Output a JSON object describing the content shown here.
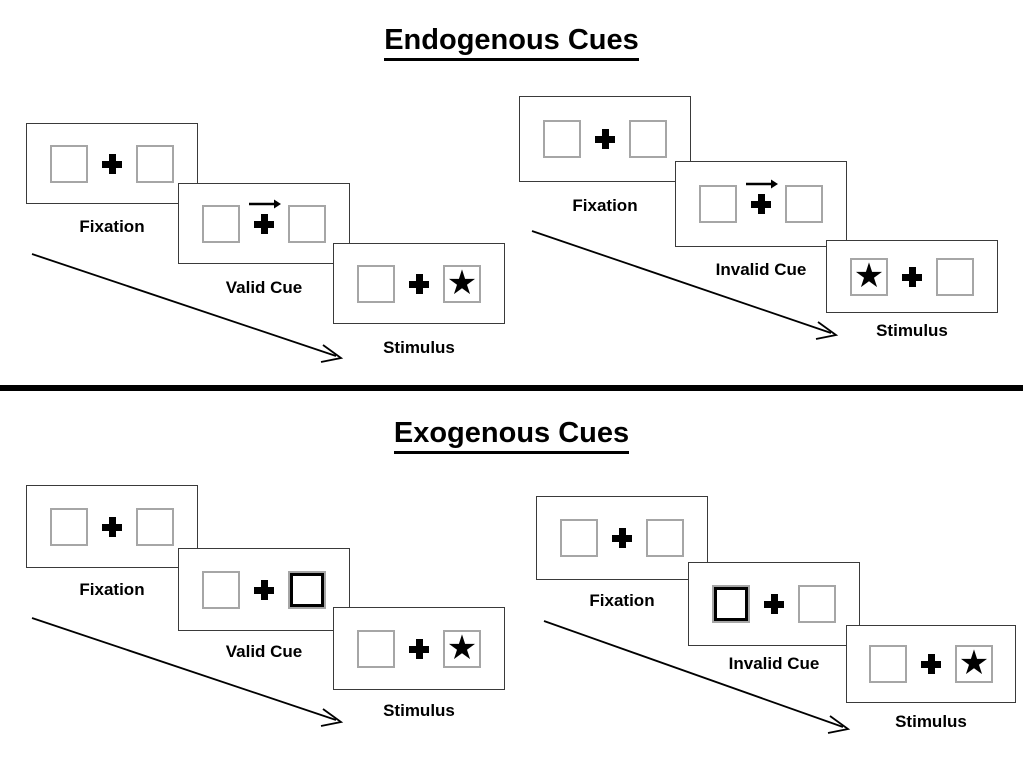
{
  "sections": [
    {
      "id": "endogenous",
      "title": "Endogenous Cues",
      "panels": [
        {
          "id": "endogenous-valid",
          "frames": [
            {
              "label": "Fixation",
              "cue": "none",
              "left_content": "empty",
              "right_content": "empty"
            },
            {
              "label": "Valid Cue",
              "cue": "arrow-right",
              "left_content": "empty",
              "right_content": "empty"
            },
            {
              "label": "Stimulus",
              "cue": "none",
              "left_content": "empty",
              "right_content": "star"
            }
          ]
        },
        {
          "id": "endogenous-invalid",
          "frames": [
            {
              "label": "Fixation",
              "cue": "none",
              "left_content": "empty",
              "right_content": "empty"
            },
            {
              "label": "Invalid Cue",
              "cue": "arrow-right",
              "left_content": "empty",
              "right_content": "empty"
            },
            {
              "label": "Stimulus",
              "cue": "none",
              "left_content": "star",
              "right_content": "empty"
            }
          ]
        }
      ]
    },
    {
      "id": "exogenous",
      "title": "Exogenous Cues",
      "panels": [
        {
          "id": "exogenous-valid",
          "frames": [
            {
              "label": "Fixation",
              "cue": "none",
              "left_content": "empty",
              "right_content": "empty"
            },
            {
              "label": "Valid Cue",
              "cue": "box-highlight-right",
              "left_content": "empty",
              "right_content": "empty"
            },
            {
              "label": "Stimulus",
              "cue": "none",
              "left_content": "empty",
              "right_content": "star"
            }
          ]
        },
        {
          "id": "exogenous-invalid",
          "frames": [
            {
              "label": "Fixation",
              "cue": "none",
              "left_content": "empty",
              "right_content": "empty"
            },
            {
              "label": "Invalid Cue",
              "cue": "box-highlight-left",
              "left_content": "empty",
              "right_content": "empty"
            },
            {
              "label": "Stimulus",
              "cue": "none",
              "left_content": "empty",
              "right_content": "star"
            }
          ]
        }
      ]
    }
  ],
  "icons": {
    "star": "★",
    "fixation_cross": "plus-icon",
    "cue_arrow": "arrow-right-icon",
    "time_arrow": "time-flow-arrow-icon"
  },
  "colors": {
    "ink": "#000000",
    "frame_border": "#3a3a3a",
    "box_border": "#a6a6a6",
    "background": "#ffffff"
  }
}
